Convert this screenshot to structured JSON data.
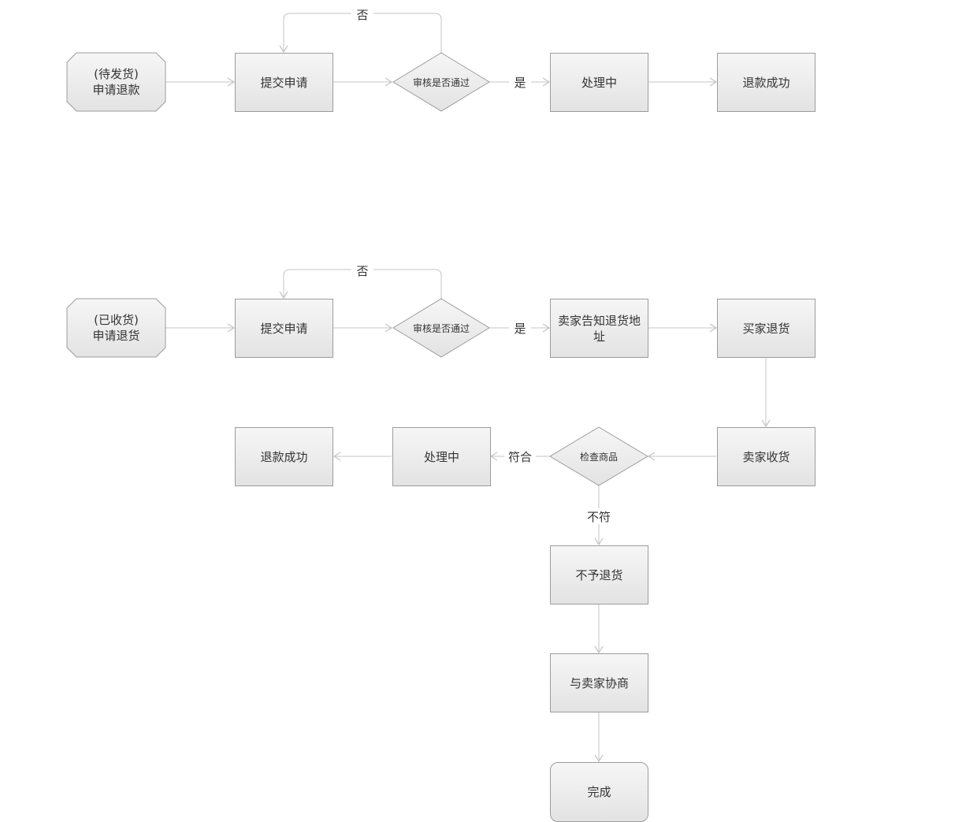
{
  "colors": {
    "line": "#c4c4c4",
    "border": "#9c9c9c",
    "fill_top": "#f6f6f6",
    "fill_bottom": "#e3e3e3",
    "text": "#333333"
  },
  "flow1": {
    "start": {
      "line1": "(待发货)",
      "line2": "申请退款"
    },
    "submit": "提交申请",
    "review": "审核是否通过",
    "no_label": "否",
    "yes_label": "是",
    "processing": "处理中",
    "success": "退款成功"
  },
  "flow2": {
    "start": {
      "line1": "(已收货)",
      "line2": "申请退货"
    },
    "submit": "提交申请",
    "review": "审核是否通过",
    "no_label": "否",
    "yes_label": "是",
    "seller_address": "卖家告知退货地址",
    "buyer_return": "买家退货",
    "seller_receive": "卖家收货",
    "inspect": "检查商品",
    "match_label": "符合",
    "processing": "处理中",
    "success": "退款成功",
    "mismatch_label": "不符",
    "reject": "不予退货",
    "negotiate": "与卖家协商",
    "done": "完成"
  }
}
